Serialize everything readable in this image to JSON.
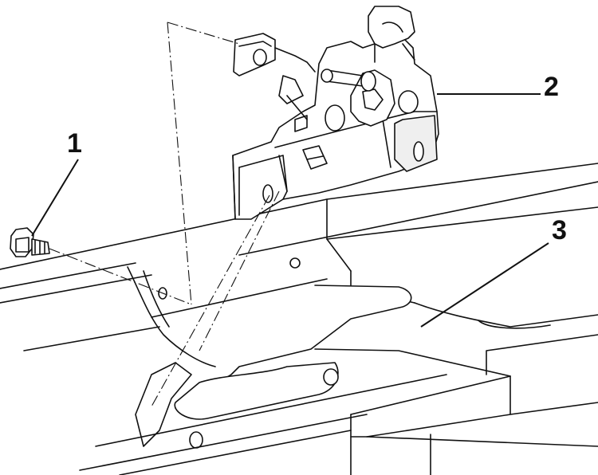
{
  "diagram": {
    "callouts": [
      {
        "label": "1",
        "part": "bolt"
      },
      {
        "label": "2",
        "part": "latch"
      },
      {
        "label": "3",
        "part": "panel"
      }
    ],
    "colors": {
      "line": "#111111",
      "fill_light": "#ffffff",
      "fill_shade": "#e8e8e8"
    }
  }
}
